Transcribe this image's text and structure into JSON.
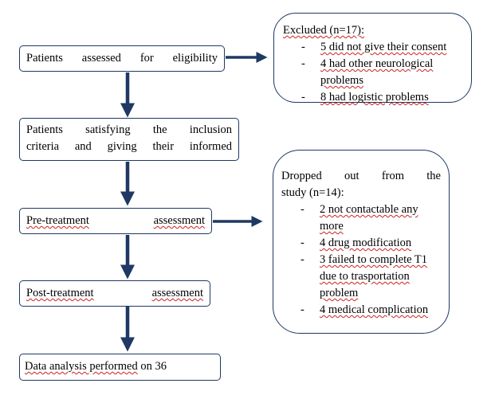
{
  "flow": {
    "eligibility": "Patients assessed for eligibility",
    "inclusion_line1": "Patients satisfying the inclusion",
    "inclusion_line2": "criteria and giving their informed",
    "pre_word1": "Pre-treatment",
    "pre_word2": "assessment",
    "post_word1": "Post-treatment",
    "post_word2": "assessment",
    "analysis_part1": "Data analysis performed",
    "analysis_part2": " on 36"
  },
  "excluded": {
    "title": "Excluded (n=17):",
    "items": [
      "5 did not give their consent",
      "4 had other neurological problems",
      "8 had logistic problems"
    ]
  },
  "dropped": {
    "title_line1": "Dropped out from the",
    "title_line2": "study (n=14):",
    "items": [
      "2 not contactable any more",
      "4 drug modification",
      "3 failed to complete T1 due to trasportation problem",
      "4 medical complication"
    ]
  },
  "colors": {
    "border": "#1f3864",
    "arrow": "#1f3864",
    "spellcheck": "#cc2222"
  }
}
